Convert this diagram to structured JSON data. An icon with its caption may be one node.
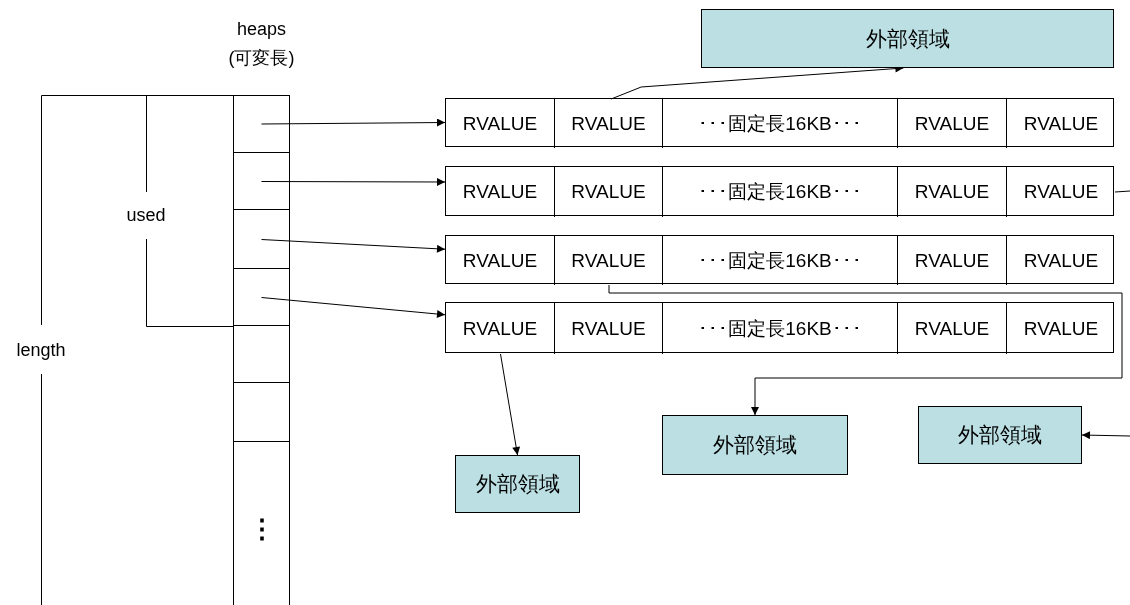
{
  "diagram": {
    "nodes": [
      {
        "text": [
          "heaps (可変長)"
        ]
      },
      {
        "text": [],
        "shape": "box",
        "in": 0
      },
      {
        "text": [],
        "shape": "box",
        "in": 0
      },
      {
        "text": [],
        "shape": "box",
        "in": 0
      },
      {
        "text": [],
        "shape": "box",
        "in": 0
      },
      {
        "text": [],
        "shape": "box",
        "in": 0
      },
      {
        "text": [],
        "shape": "box",
        "in": 0
      },
      {
        "text": [
          "⋮"
        ],
        "in": 0
      },
      {
        "text": [
          "外部領域"
        ]
      },
      {
        "text": [],
        "shape": "box"
      },
      {
        "text": [
          "RVALUE"
        ],
        "in": 9
      },
      {
        "text": [
          "RVALUE"
        ],
        "in": 9
      },
      {
        "text": [
          "･･･固定長16KB･･･"
        ],
        "in": 9
      },
      {
        "text": [
          "RVALUE"
        ],
        "in": 9
      },
      {
        "text": [
          "RVALUE"
        ],
        "in": 9
      },
      {
        "text": [],
        "shape": "box"
      },
      {
        "text": [
          "RVALUE"
        ],
        "in": 15
      },
      {
        "text": [
          "RVALUE"
        ],
        "in": 15
      },
      {
        "text": [
          "･･･固定長16KB･･･"
        ],
        "in": 15
      },
      {
        "text": [
          "RVALUE"
        ],
        "in": 15
      },
      {
        "text": [
          "RVALUE"
        ],
        "in": 15
      },
      {
        "text": [],
        "shape": "box"
      },
      {
        "text": [
          "RVALUE"
        ],
        "in": 21
      },
      {
        "text": [
          "RVALUE"
        ],
        "in": 21
      },
      {
        "text": [
          "･･･固定長16KB･･･"
        ],
        "in": 21
      },
      {
        "text": [
          "RVALUE"
        ],
        "in": 21
      },
      {
        "text": [
          "RVALUE"
        ],
        "in": 21
      },
      {
        "text": [],
        "shape": "box"
      },
      {
        "text": [
          "RVALUE"
        ],
        "in": 27
      },
      {
        "text": [
          "RVALUE"
        ],
        "in": 27
      },
      {
        "text": [
          "･･･固定長16KB･･･"
        ],
        "in": 27
      },
      {
        "text": [
          "RVALUE"
        ],
        "in": 27
      },
      {
        "text": [
          "RVALUE"
        ],
        "in": 27
      },
      {
        "text": [
          "外部領域"
        ]
      },
      {
        "text": [
          "外部領域"
        ]
      },
      {
        "text": [
          "外部領域"
        ]
      }
    ],
    "edges": [
      {
        "from": 1,
        "to": 9,
        "arrow": "to"
      },
      {
        "from": 2,
        "to": 15,
        "arrow": "to"
      },
      {
        "from": 3,
        "to": 21,
        "arrow": "to"
      },
      {
        "from": 4,
        "to": 27,
        "arrow": "to"
      },
      {
        "from": 11,
        "to": 8,
        "arrow": "to"
      },
      {
        "from": 23,
        "to": 34,
        "arrow": "to"
      },
      {
        "from": 28,
        "to": 33,
        "arrow": "to"
      },
      {
        "from": 20,
        "to": null,
        "arrow": "none"
      },
      {
        "from": null,
        "to": 35,
        "arrow": "to"
      }
    ],
    "labels": [
      "used",
      "length"
    ]
  }
}
